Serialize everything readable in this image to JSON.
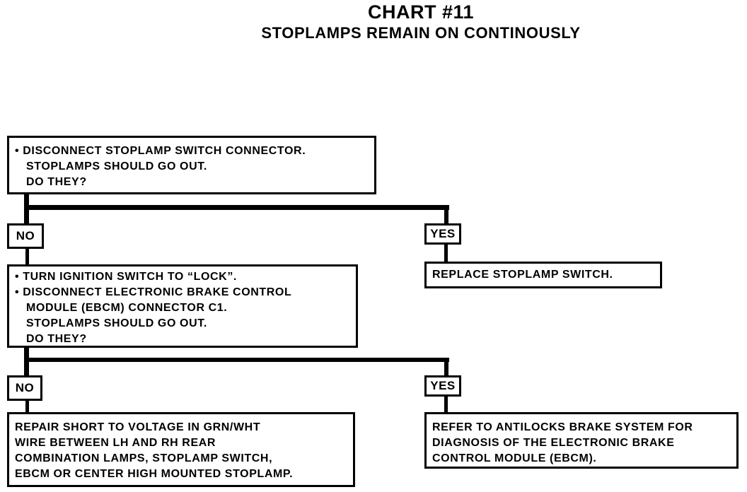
{
  "title": "CHART #11",
  "subtitle": "STOPLAMPS REMAIN ON CONTINOUSLY",
  "steps": [
    {
      "lines": [
        "• DISCONNECT STOPLAMP SWITCH CONNECTOR.",
        "  STOPLAMPS SHOULD GO OUT.",
        "  DO THEY?"
      ]
    },
    {
      "lines": [
        "• TURN IGNITION SWITCH TO “LOCK”.",
        "• DISCONNECT ELECTRONIC BRAKE CONTROL",
        "  MODULE (EBCM) CONNECTOR C1.",
        "  STOPLAMPS SHOULD GO OUT.",
        "  DO THEY?"
      ]
    }
  ],
  "results": [
    {
      "lines": [
        "REPLACE STOPLAMP SWITCH."
      ]
    },
    {
      "lines": [
        "REPAIR SHORT TO VOLTAGE IN GRN/WHT",
        "WIRE BETWEEN LH AND RH REAR",
        "COMBINATION LAMPS, STOPLAMP SWITCH,",
        "EBCM OR CENTER HIGH MOUNTED STOPLAMP."
      ]
    },
    {
      "lines": [
        "REFER TO  ANTILOCKS BRAKE SYSTEM   FOR",
        " DIAGNOSIS  OF THE ELECTRONIC BRAKE",
        "CONTROL MODULE (EBCM)."
      ]
    }
  ],
  "branch_labels": {
    "no": "NO",
    "yes": "YES"
  }
}
